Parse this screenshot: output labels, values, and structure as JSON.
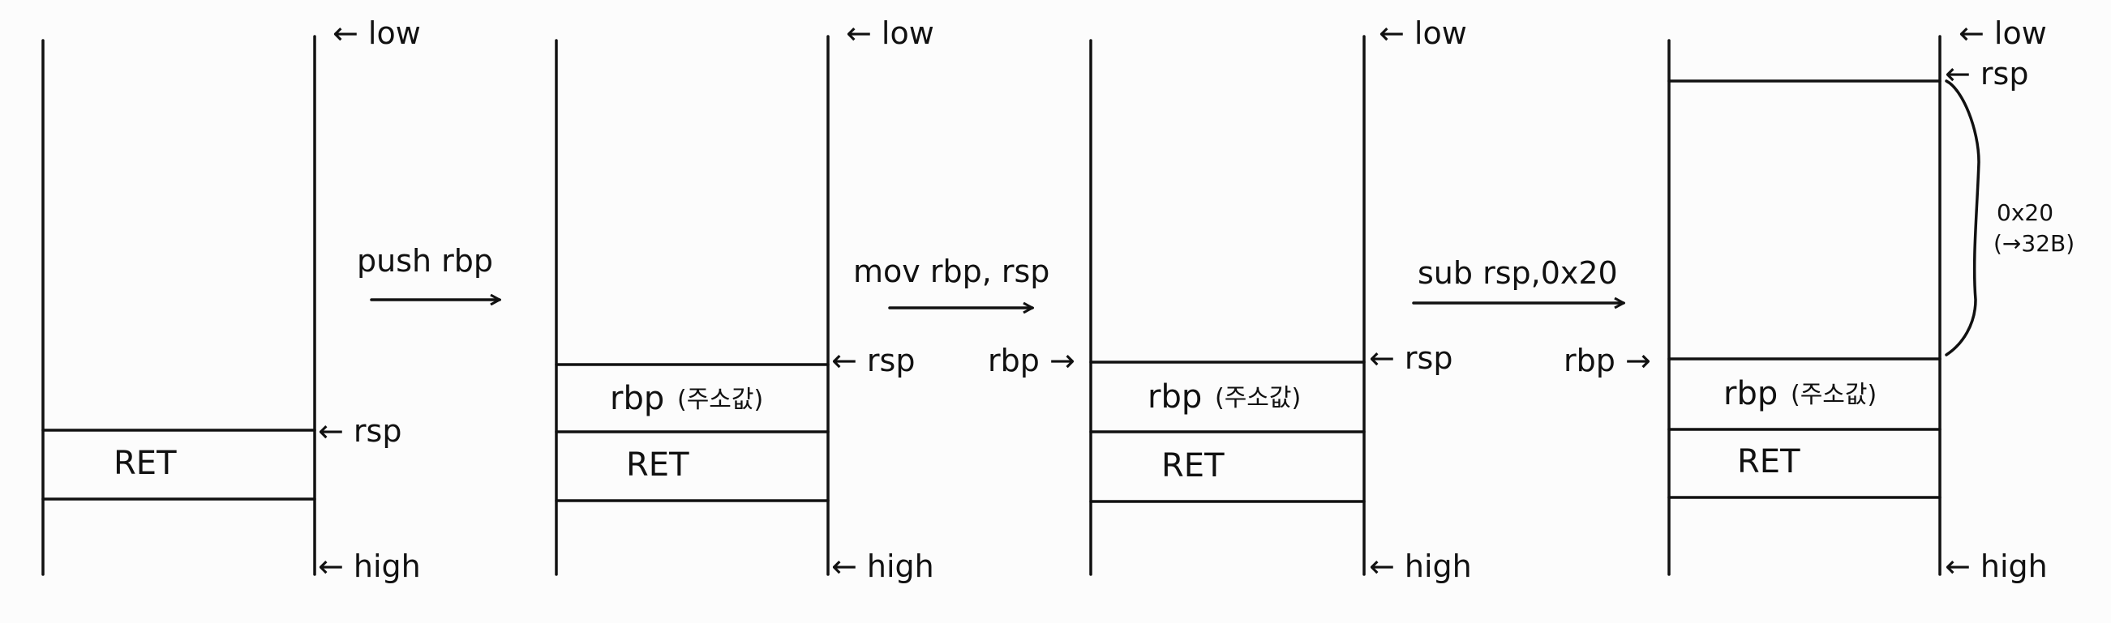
{
  "labels": {
    "low": "← low",
    "high": "← high",
    "rsp_right": "← rsp",
    "rbp_left": "rbp →"
  },
  "cells": {
    "ret": "RET",
    "rbp": "rbp",
    "rbp_note": "(주소값)"
  },
  "steps": [
    {
      "instruction": "push rbp"
    },
    {
      "instruction": "mov rbp, rsp"
    },
    {
      "instruction": "sub rsp,0x20"
    }
  ],
  "brace": {
    "size": "0x20",
    "bytes": "(→32B)"
  }
}
